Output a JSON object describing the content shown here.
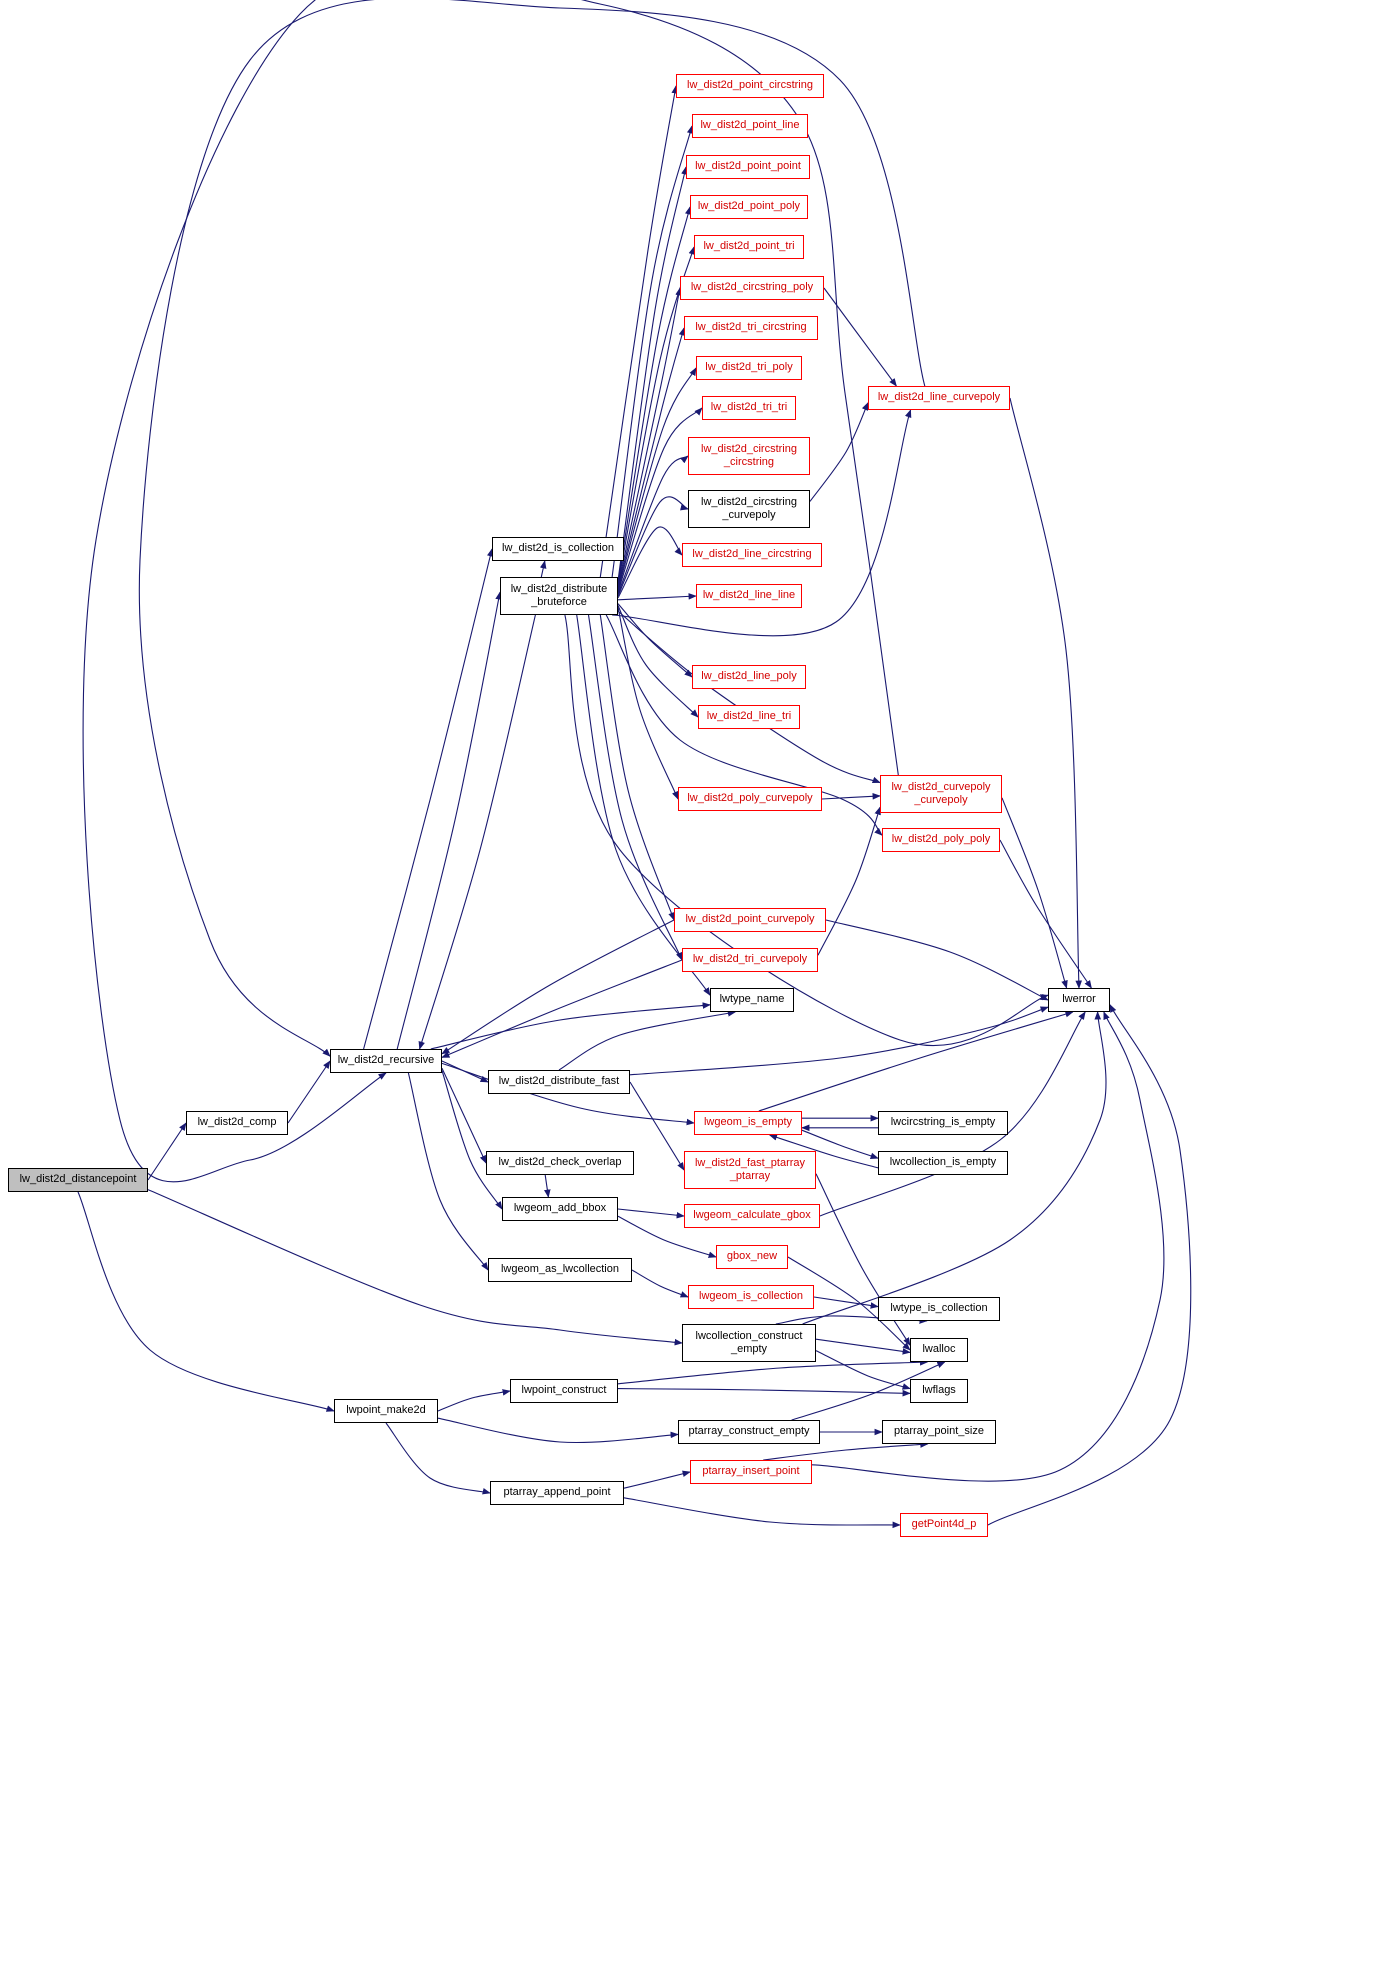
{
  "diagram": {
    "type": "call-graph",
    "root_function": "lw_dist2d_distancepoint",
    "colors": {
      "edge": "#191970",
      "border_default": "#000000",
      "border_truncated": "#ff0000",
      "text_truncated": "#d40000",
      "root_fill": "#bfbfbf",
      "node_fill": "#ffffff",
      "background": "#ffffff"
    },
    "nodes": [
      {
        "id": "distancepoint",
        "label": "lw_dist2d_distancepoint",
        "kind": "root"
      },
      {
        "id": "comp",
        "label": "lw_dist2d_comp",
        "kind": "normal"
      },
      {
        "id": "recursive",
        "label": "lw_dist2d_recursive",
        "kind": "normal"
      },
      {
        "id": "is_collection",
        "label": "lw_dist2d_is_collection",
        "kind": "normal"
      },
      {
        "id": "bruteforce",
        "label": "lw_dist2d_distribute\n_bruteforce",
        "kind": "normal"
      },
      {
        "id": "point_circstring",
        "label": "lw_dist2d_point_circstring",
        "kind": "truncated"
      },
      {
        "id": "point_line",
        "label": "lw_dist2d_point_line",
        "kind": "truncated"
      },
      {
        "id": "point_point",
        "label": "lw_dist2d_point_point",
        "kind": "truncated"
      },
      {
        "id": "point_poly",
        "label": "lw_dist2d_point_poly",
        "kind": "truncated"
      },
      {
        "id": "point_tri",
        "label": "lw_dist2d_point_tri",
        "kind": "truncated"
      },
      {
        "id": "circstring_poly",
        "label": "lw_dist2d_circstring_poly",
        "kind": "truncated"
      },
      {
        "id": "tri_circstring",
        "label": "lw_dist2d_tri_circstring",
        "kind": "truncated"
      },
      {
        "id": "tri_poly",
        "label": "lw_dist2d_tri_poly",
        "kind": "truncated"
      },
      {
        "id": "tri_tri",
        "label": "lw_dist2d_tri_tri",
        "kind": "truncated"
      },
      {
        "id": "circstring_circstring",
        "label": "lw_dist2d_circstring\n_circstring",
        "kind": "truncated"
      },
      {
        "id": "circstring_curvepoly",
        "label": "lw_dist2d_circstring\n_curvepoly",
        "kind": "normal"
      },
      {
        "id": "line_circstring",
        "label": "lw_dist2d_line_circstring",
        "kind": "truncated"
      },
      {
        "id": "line_line",
        "label": "lw_dist2d_line_line",
        "kind": "truncated"
      },
      {
        "id": "line_curvepoly",
        "label": "lw_dist2d_line_curvepoly",
        "kind": "truncated"
      },
      {
        "id": "line_poly",
        "label": "lw_dist2d_line_poly",
        "kind": "truncated"
      },
      {
        "id": "line_tri",
        "label": "lw_dist2d_line_tri",
        "kind": "truncated"
      },
      {
        "id": "poly_curvepoly",
        "label": "lw_dist2d_poly_curvepoly",
        "kind": "truncated"
      },
      {
        "id": "curvepoly_curvepoly",
        "label": "lw_dist2d_curvepoly\n_curvepoly",
        "kind": "truncated"
      },
      {
        "id": "poly_poly",
        "label": "lw_dist2d_poly_poly",
        "kind": "truncated"
      },
      {
        "id": "point_curvepoly",
        "label": "lw_dist2d_point_curvepoly",
        "kind": "truncated"
      },
      {
        "id": "tri_curvepoly",
        "label": "lw_dist2d_tri_curvepoly",
        "kind": "truncated"
      },
      {
        "id": "lwtype_name",
        "label": "lwtype_name",
        "kind": "normal"
      },
      {
        "id": "lwerror",
        "label": "lwerror",
        "kind": "normal"
      },
      {
        "id": "distribute_fast",
        "label": "lw_dist2d_distribute_fast",
        "kind": "normal"
      },
      {
        "id": "lwgeom_is_empty",
        "label": "lwgeom_is_empty",
        "kind": "truncated"
      },
      {
        "id": "lwcircstring_is_empty",
        "label": "lwcircstring_is_empty",
        "kind": "normal"
      },
      {
        "id": "lwcollection_is_empty",
        "label": "lwcollection_is_empty",
        "kind": "normal"
      },
      {
        "id": "check_overlap",
        "label": "lw_dist2d_check_overlap",
        "kind": "normal"
      },
      {
        "id": "fast_ptarray",
        "label": "lw_dist2d_fast_ptarray\n_ptarray",
        "kind": "truncated"
      },
      {
        "id": "lwgeom_add_bbox",
        "label": "lwgeom_add_bbox",
        "kind": "normal"
      },
      {
        "id": "calculate_gbox",
        "label": "lwgeom_calculate_gbox",
        "kind": "truncated"
      },
      {
        "id": "gbox_new",
        "label": "gbox_new",
        "kind": "truncated"
      },
      {
        "id": "as_lwcollection",
        "label": "lwgeom_as_lwcollection",
        "kind": "normal"
      },
      {
        "id": "lwgeom_is_collection",
        "label": "lwgeom_is_collection",
        "kind": "truncated"
      },
      {
        "id": "lwtype_is_collection",
        "label": "lwtype_is_collection",
        "kind": "normal"
      },
      {
        "id": "construct_empty",
        "label": "lwcollection_construct\n_empty",
        "kind": "normal"
      },
      {
        "id": "lwalloc",
        "label": "lwalloc",
        "kind": "normal"
      },
      {
        "id": "lwflags",
        "label": "lwflags",
        "kind": "normal"
      },
      {
        "id": "lwpoint_construct",
        "label": "lwpoint_construct",
        "kind": "normal"
      },
      {
        "id": "make2d",
        "label": "lwpoint_make2d",
        "kind": "normal"
      },
      {
        "id": "ptarray_construct_empty",
        "label": "ptarray_construct_empty",
        "kind": "normal"
      },
      {
        "id": "ptarray_point_size",
        "label": "ptarray_point_size",
        "kind": "normal"
      },
      {
        "id": "ptarray_insert_point",
        "label": "ptarray_insert_point",
        "kind": "truncated"
      },
      {
        "id": "ptarray_append_point",
        "label": "ptarray_append_point",
        "kind": "normal"
      },
      {
        "id": "getPoint4d_p",
        "label": "getPoint4d_p",
        "kind": "truncated"
      }
    ],
    "edges": [
      [
        "distancepoint",
        "comp"
      ],
      [
        "distancepoint",
        "make2d"
      ],
      [
        "distancepoint",
        "construct_empty"
      ],
      [
        "comp",
        "recursive"
      ],
      [
        "recursive",
        "is_collection"
      ],
      [
        "recursive",
        "bruteforce"
      ],
      [
        "bruteforce",
        "recursive"
      ],
      [
        "recursive",
        "distribute_fast"
      ],
      [
        "recursive",
        "check_overlap"
      ],
      [
        "recursive",
        "lwgeom_add_bbox"
      ],
      [
        "recursive",
        "as_lwcollection"
      ],
      [
        "recursive",
        "lwgeom_is_empty"
      ],
      [
        "recursive",
        "lwtype_name"
      ],
      [
        "bruteforce",
        "point_circstring"
      ],
      [
        "bruteforce",
        "point_line"
      ],
      [
        "bruteforce",
        "point_point"
      ],
      [
        "bruteforce",
        "point_poly"
      ],
      [
        "bruteforce",
        "point_tri"
      ],
      [
        "bruteforce",
        "circstring_poly"
      ],
      [
        "bruteforce",
        "tri_circstring"
      ],
      [
        "bruteforce",
        "tri_poly"
      ],
      [
        "bruteforce",
        "tri_tri"
      ],
      [
        "bruteforce",
        "circstring_circstring"
      ],
      [
        "bruteforce",
        "circstring_curvepoly"
      ],
      [
        "bruteforce",
        "line_circstring"
      ],
      [
        "bruteforce",
        "line_line"
      ],
      [
        "bruteforce",
        "line_poly"
      ],
      [
        "bruteforce",
        "line_tri"
      ],
      [
        "bruteforce",
        "poly_curvepoly"
      ],
      [
        "bruteforce",
        "point_curvepoly"
      ],
      [
        "bruteforce",
        "tri_curvepoly"
      ],
      [
        "bruteforce",
        "lwtype_name"
      ],
      [
        "bruteforce",
        "lwerror"
      ],
      [
        "bruteforce",
        "line_curvepoly"
      ],
      [
        "bruteforce",
        "poly_poly"
      ],
      [
        "bruteforce",
        "curvepoly_curvepoly"
      ],
      [
        "bruteforce",
        "is_collection"
      ],
      [
        "circstring_poly",
        "line_curvepoly"
      ],
      [
        "circstring_curvepoly",
        "line_curvepoly"
      ],
      [
        "line_curvepoly",
        "lwerror"
      ],
      [
        "line_curvepoly",
        "recursive"
      ],
      [
        "curvepoly_curvepoly",
        "recursive"
      ],
      [
        "poly_curvepoly",
        "curvepoly_curvepoly"
      ],
      [
        "tri_curvepoly",
        "curvepoly_curvepoly"
      ],
      [
        "curvepoly_curvepoly",
        "lwerror"
      ],
      [
        "poly_poly",
        "lwerror"
      ],
      [
        "point_curvepoly",
        "recursive"
      ],
      [
        "point_curvepoly",
        "lwerror"
      ],
      [
        "tri_curvepoly",
        "recursive"
      ],
      [
        "distribute_fast",
        "fast_ptarray"
      ],
      [
        "distribute_fast",
        "lwtype_name"
      ],
      [
        "distribute_fast",
        "lwerror"
      ],
      [
        "check_overlap",
        "lwgeom_add_bbox"
      ],
      [
        "lwgeom_add_bbox",
        "calculate_gbox"
      ],
      [
        "lwgeom_add_bbox",
        "gbox_new"
      ],
      [
        "lwgeom_is_empty",
        "lwcircstring_is_empty"
      ],
      [
        "lwcircstring_is_empty",
        "lwgeom_is_empty"
      ],
      [
        "lwgeom_is_empty",
        "lwcollection_is_empty"
      ],
      [
        "lwcollection_is_empty",
        "lwgeom_is_empty"
      ],
      [
        "lwgeom_is_empty",
        "lwerror"
      ],
      [
        "fast_ptarray",
        "lwalloc"
      ],
      [
        "calculate_gbox",
        "lwerror"
      ],
      [
        "gbox_new",
        "lwalloc"
      ],
      [
        "as_lwcollection",
        "lwgeom_is_collection"
      ],
      [
        "lwgeom_is_collection",
        "lwtype_is_collection"
      ],
      [
        "construct_empty",
        "lwalloc"
      ],
      [
        "construct_empty",
        "lwflags"
      ],
      [
        "construct_empty",
        "lwtype_is_collection"
      ],
      [
        "construct_empty",
        "lwerror"
      ],
      [
        "make2d",
        "lwpoint_construct"
      ],
      [
        "make2d",
        "ptarray_construct_empty"
      ],
      [
        "make2d",
        "ptarray_append_point"
      ],
      [
        "lwpoint_construct",
        "lwflags"
      ],
      [
        "lwpoint_construct",
        "lwalloc"
      ],
      [
        "ptarray_construct_empty",
        "lwalloc"
      ],
      [
        "ptarray_construct_empty",
        "ptarray_point_size"
      ],
      [
        "ptarray_append_point",
        "ptarray_insert_point"
      ],
      [
        "ptarray_append_point",
        "getPoint4d_p"
      ],
      [
        "ptarray_insert_point",
        "lwerror"
      ],
      [
        "ptarray_insert_point",
        "ptarray_point_size"
      ],
      [
        "getPoint4d_p",
        "lwerror"
      ]
    ]
  }
}
